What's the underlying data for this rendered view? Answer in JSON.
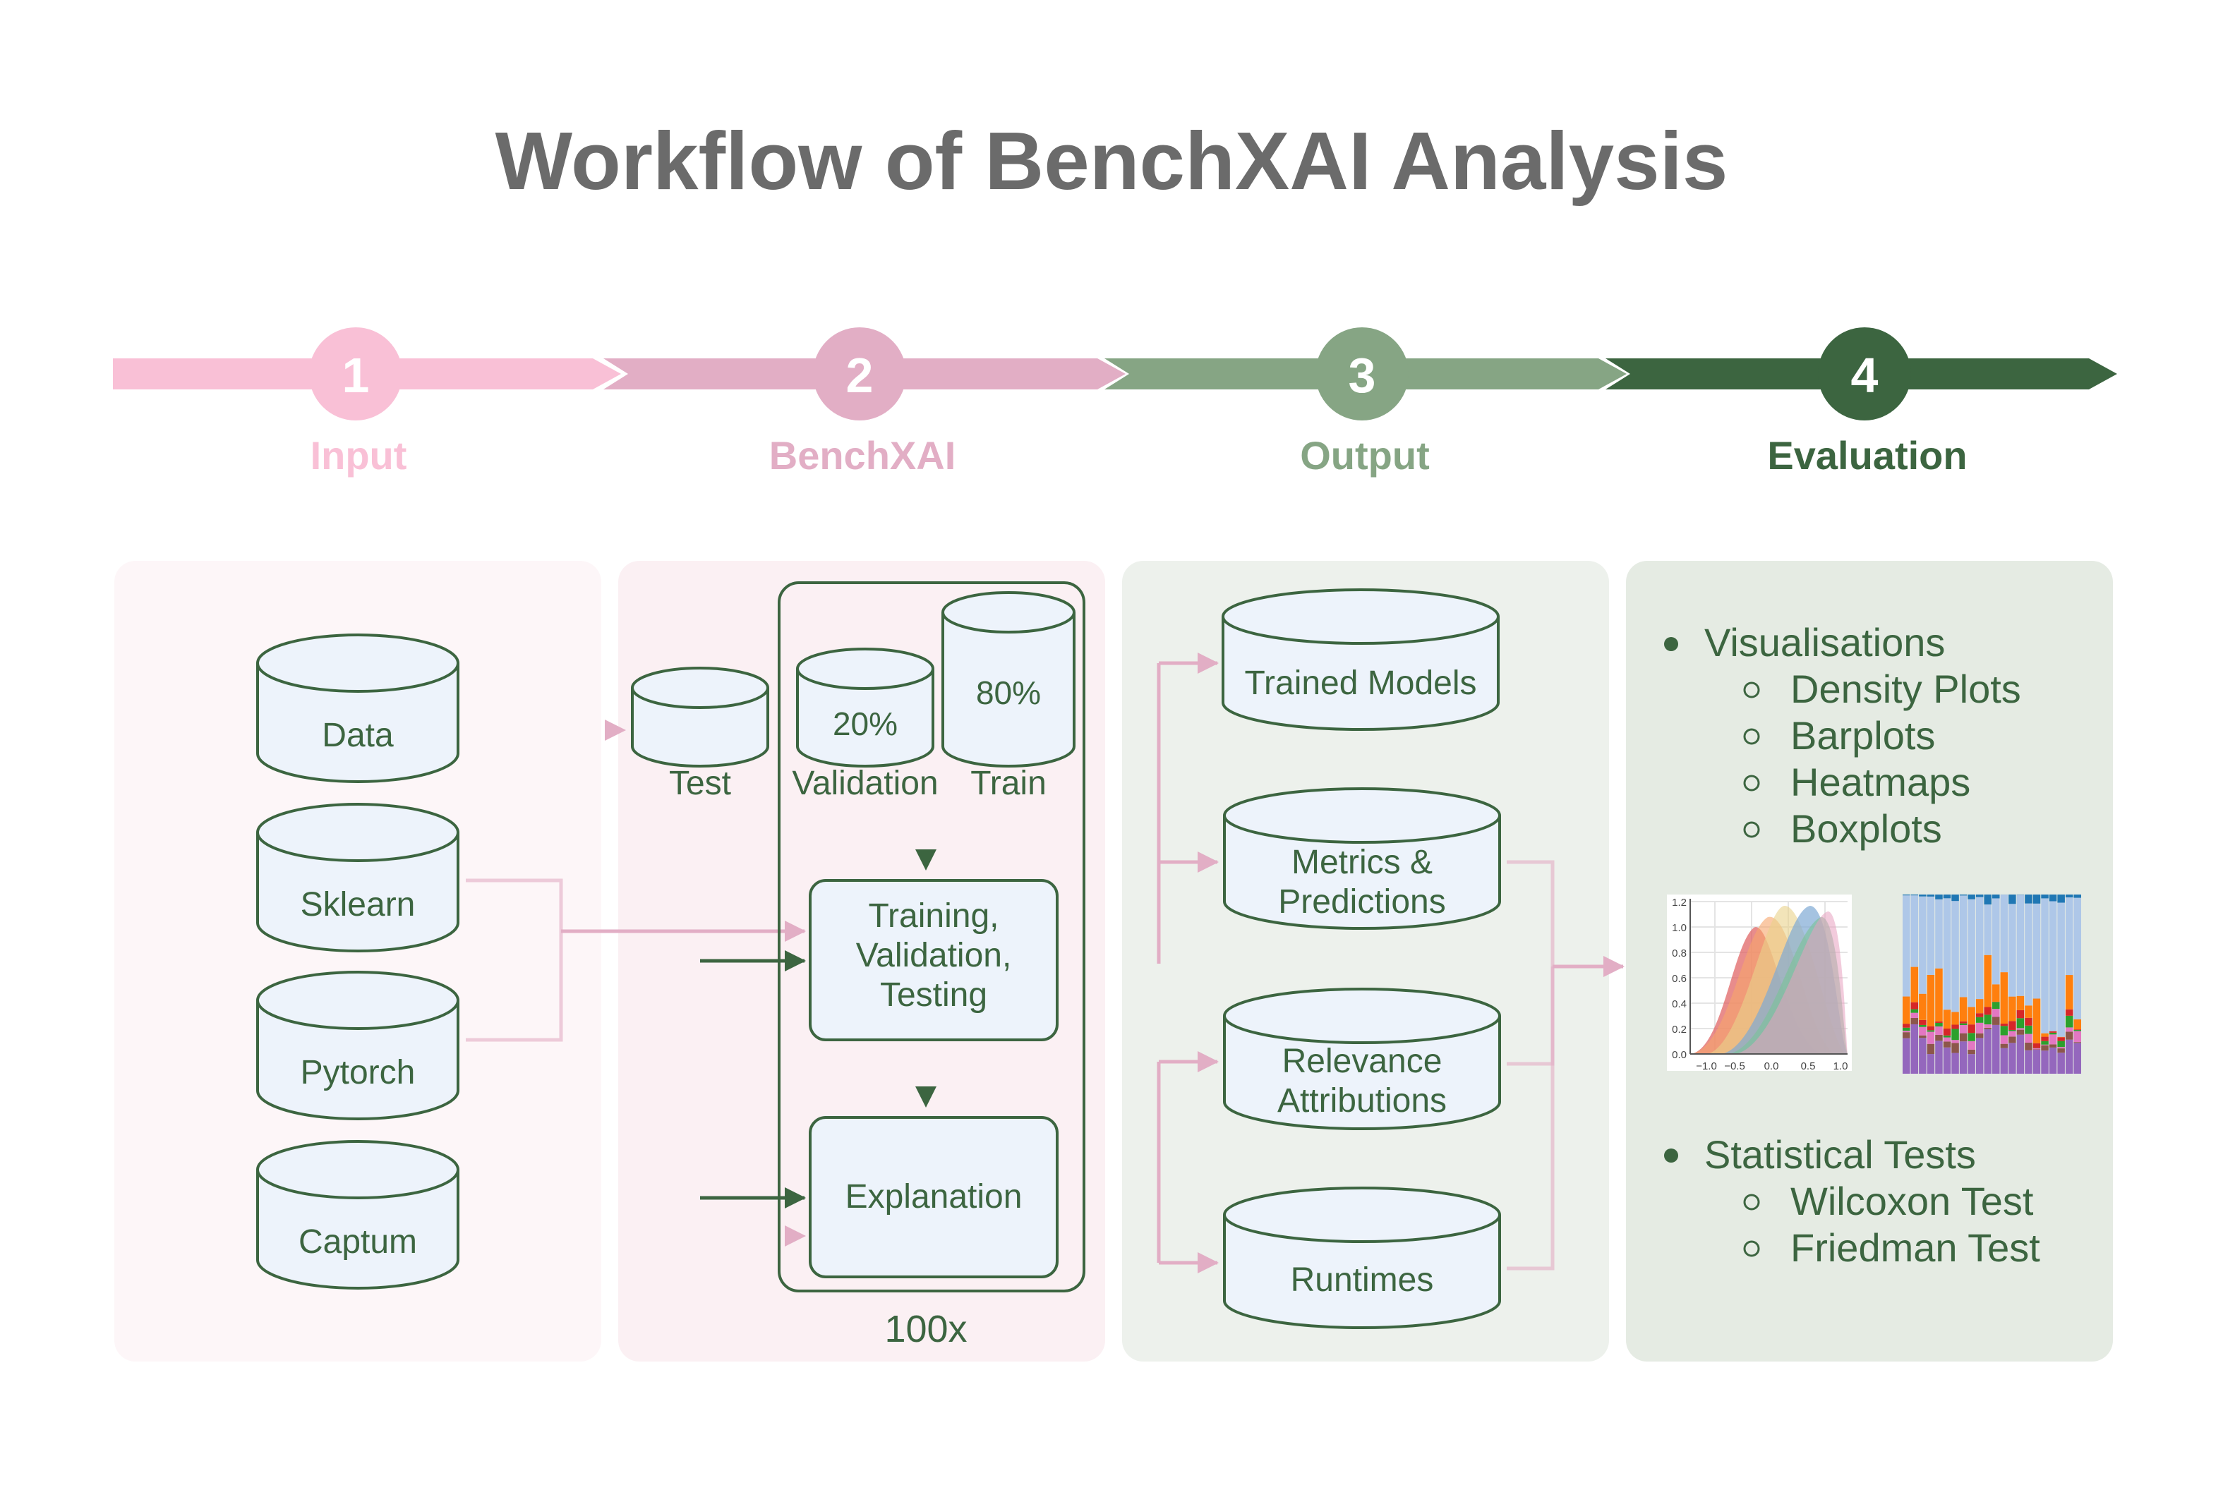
{
  "title": "Workflow of BenchXAI Analysis",
  "steps": [
    {
      "number": "1",
      "label": "Input",
      "color": "#f9c0d6"
    },
    {
      "number": "2",
      "label": "BenchXAI",
      "color": "#e2aec5"
    },
    {
      "number": "3",
      "label": "Output",
      "color": "#86a584"
    },
    {
      "number": "4",
      "label": "Evaluation",
      "color": "#3c6540"
    }
  ],
  "input": {
    "data": "Data",
    "sklearn": "Sklearn",
    "pytorch": "Pytorch",
    "captum": "Captum"
  },
  "benchxai": {
    "test": "Test",
    "validation_pct": "20%",
    "train_pct": "80%",
    "validation": "Validation",
    "train": "Train",
    "training_l1": "Training,",
    "training_l2": "Validation,",
    "training_l3": "Testing",
    "explanation": "Explanation",
    "repeat": "100x"
  },
  "output": {
    "trained_models": "Trained Models",
    "metrics_l1": "Metrics &",
    "metrics_l2": "Predictions",
    "relevance_l1": "Relevance",
    "relevance_l2": "Attributions",
    "runtimes": "Runtimes"
  },
  "evaluation": {
    "visualisations": "Visualisations",
    "vis_items": [
      "Density Plots",
      "Barplots",
      "Heatmaps",
      "Boxplots"
    ],
    "statistical_tests": "Statistical Tests",
    "test_items": [
      "Wilcoxon Test",
      "Friedman Test"
    ],
    "density_yticks": [
      "1.2",
      "1.0",
      "0.8",
      "0.6",
      "0.4",
      "0.2",
      "0.0"
    ],
    "density_xticks": [
      "−1.0",
      "−0.5",
      "0.0",
      "0.5",
      "1.0"
    ]
  },
  "colors": {
    "text_dark_green": "#3c6540",
    "box_fill": "#edf3fb",
    "title_gray": "#6b6b6b",
    "panel_input": "#fdf6f8",
    "panel_benchxai": "#fbf0f3",
    "panel_output": "#edf1ec",
    "panel_evaluation": "#e5ebe3",
    "arrow_pink": "#e2aec5",
    "arrow_green": "#3c6540"
  }
}
